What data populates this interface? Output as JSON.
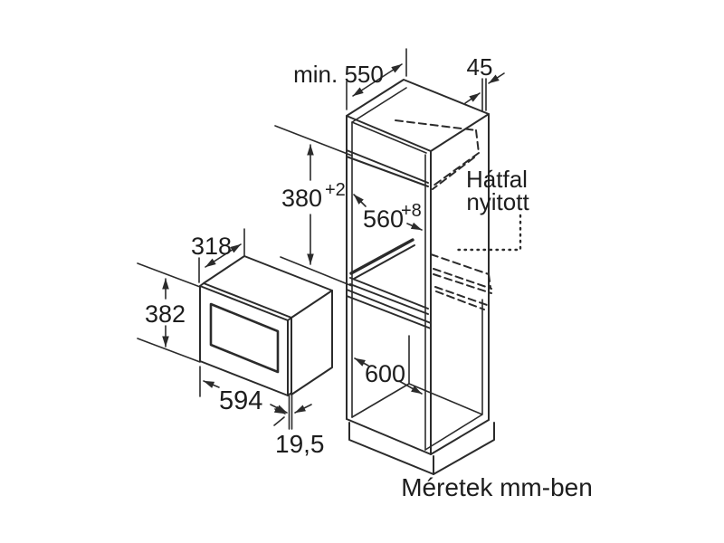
{
  "diagram": {
    "caption": "Méretek mm-ben",
    "note": {
      "line1": "Hátfal",
      "line2": "nyitott"
    },
    "dimensions": {
      "cabinet_depth": "min. 550",
      "rear_gap": "45",
      "niche_height": "380",
      "niche_height_tol": "+2",
      "niche_width": "560",
      "niche_width_tol": "+8",
      "oven_depth": "318",
      "oven_height": "382",
      "oven_width": "594",
      "door_protrusion": "19,5",
      "lower_compartment_width": "600"
    },
    "colors": {
      "line": "#2b2b2b",
      "text": "#1d1d1d",
      "background": "#ffffff"
    }
  }
}
